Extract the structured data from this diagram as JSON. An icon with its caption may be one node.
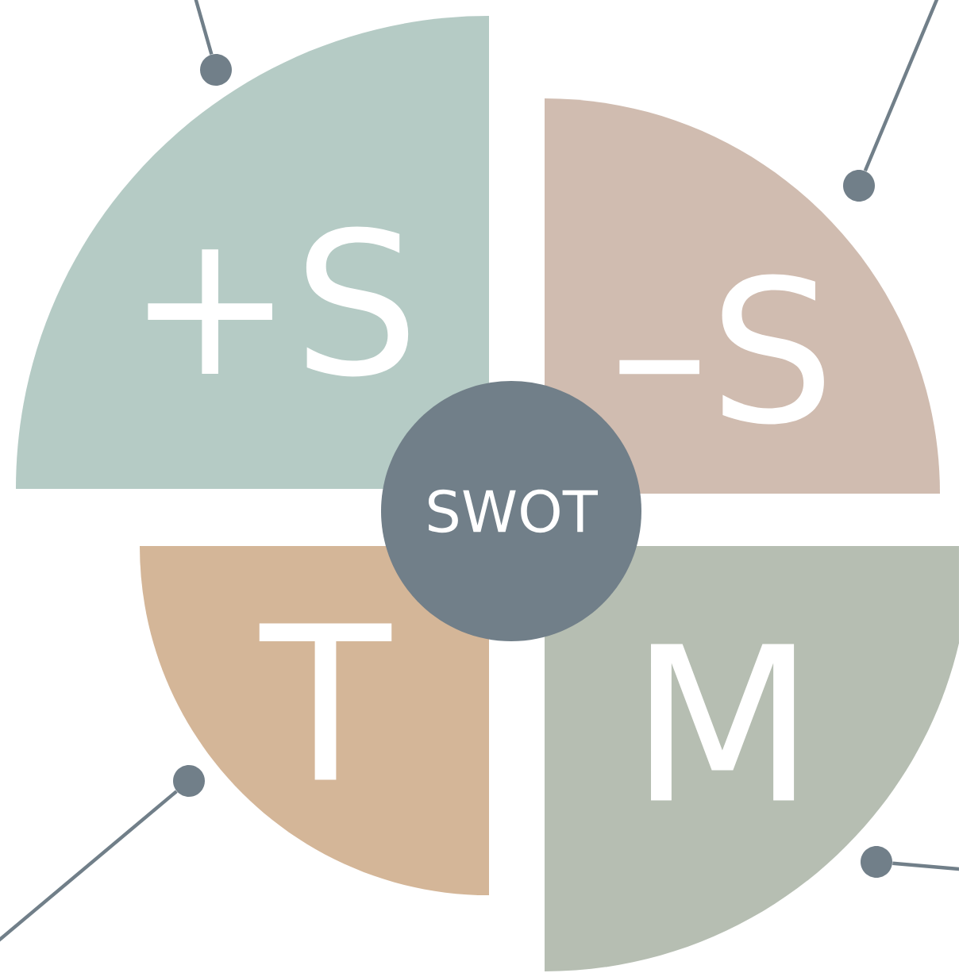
{
  "diagram": {
    "nodes": [
      {
        "text": [
          "+S"
        ]
      },
      {
        "text": [
          "–S"
        ]
      },
      {
        "text": [
          "T"
        ]
      },
      {
        "text": [
          "M"
        ]
      },
      {
        "text": [
          "SWOT"
        ]
      },
      {
        "text": [],
        "shape": "circle"
      },
      {
        "text": [],
        "shape": "circle"
      },
      {
        "text": [],
        "shape": "circle"
      },
      {
        "text": [],
        "shape": "circle"
      }
    ],
    "edges": [
      {
        "from": 5,
        "to": null,
        "arrow": "none"
      },
      {
        "from": 6,
        "to": null,
        "arrow": "none"
      },
      {
        "from": 7,
        "to": null,
        "arrow": "none"
      },
      {
        "from": 8,
        "to": null,
        "arrow": "none"
      }
    ]
  }
}
